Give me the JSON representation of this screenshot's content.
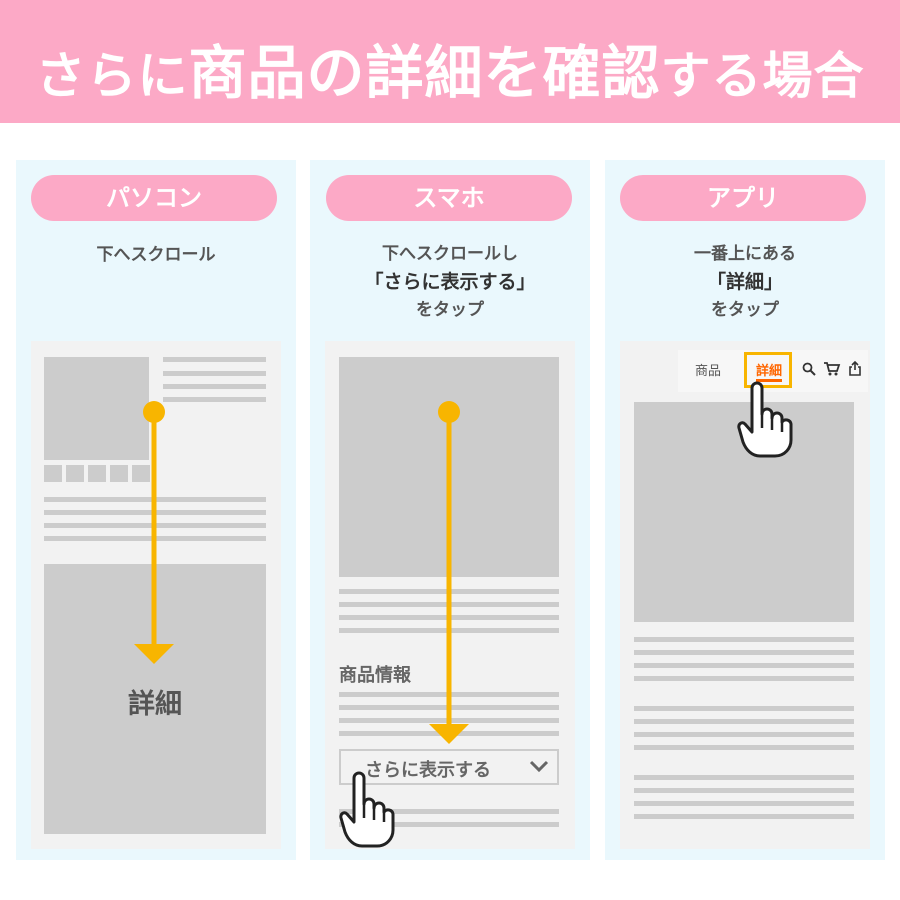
{
  "banner": {
    "title_part1": "さらに",
    "title_part2": "商品の詳細を確認",
    "title_part3": "する場合"
  },
  "columns": [
    {
      "label": "パソコン",
      "instruction_lines": [
        "下へスクロール"
      ],
      "mock_label": "詳細"
    },
    {
      "label": "スマホ",
      "instruction_lines": [
        "下へスクロールし",
        "「さらに表示する」",
        "をタップ"
      ],
      "section_title": "商品情報",
      "expand_button": "さらに表示する"
    },
    {
      "label": "アプリ",
      "instruction_lines": [
        "一番上にある",
        "「詳細」",
        "をタップ"
      ],
      "tabs": [
        "商品",
        "詳細"
      ],
      "header_icons": [
        "search-icon",
        "cart-icon",
        "share-icon"
      ]
    }
  ],
  "colors": {
    "pink": "#fca9c6",
    "light_blue": "#eaf8fd",
    "arrow": "#f8b500",
    "placeholder": "#cccccc",
    "active_tab": "#ff6600"
  }
}
